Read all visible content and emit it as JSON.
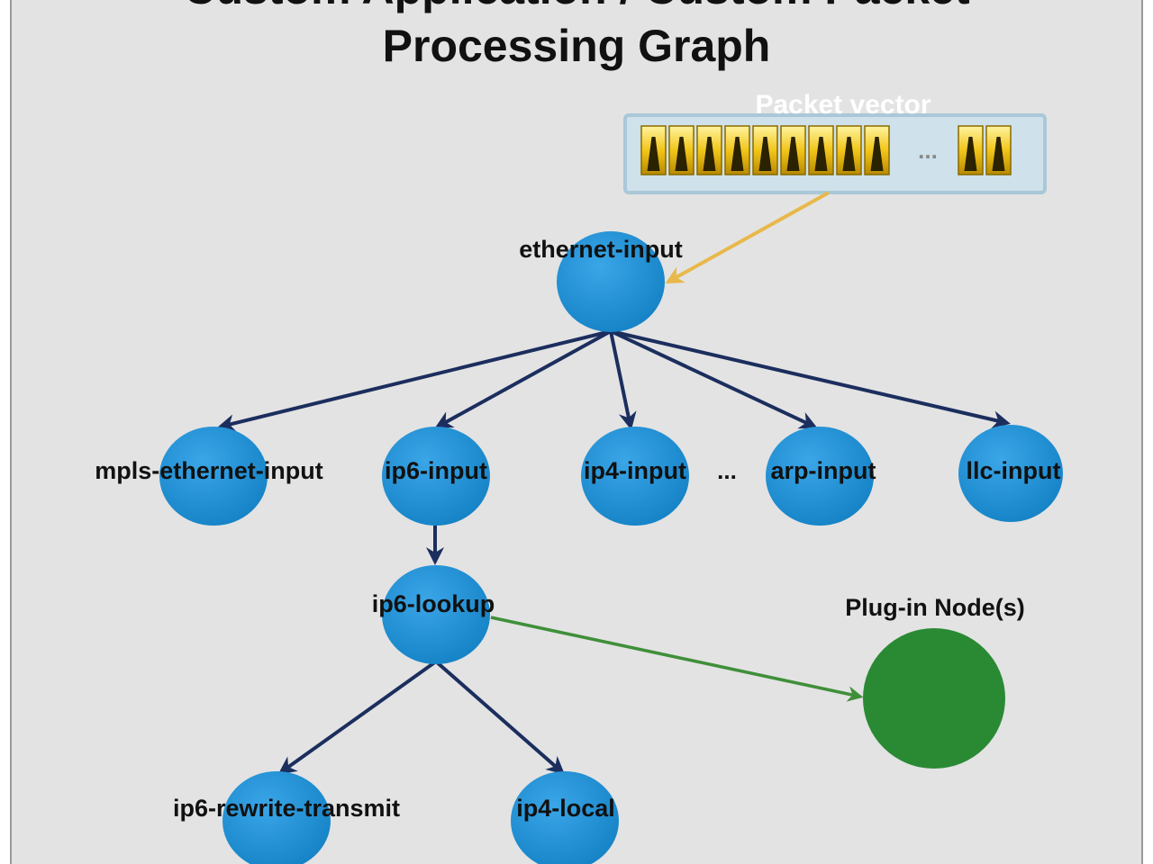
{
  "title": {
    "line1": "Custom Application / Custom Packet",
    "line2": "Processing Graph"
  },
  "packet_vector": {
    "label": "Packet vector",
    "ellipsis": "..."
  },
  "nodes": {
    "ethernet_input": "ethernet-input",
    "mpls_ethernet_input": "mpls-ethernet-input",
    "ip6_input": "ip6-input",
    "ip4_input": "ip4-input",
    "arp_input": "arp-input",
    "llc_input": "llc-input",
    "ip6_lookup": "ip6-lookup",
    "ip6_rewrite_transmit": "ip6-rewrite-transmit",
    "ip4_local": "ip4-local",
    "plugin_nodes": "Plug-in Node(s)"
  },
  "row_ellipsis": "...",
  "colors": {
    "background": "#e3e3e3",
    "frame": "#9a9a9a",
    "node_blue": "#1e8fd6",
    "node_green": "#2a8a34",
    "edge_navy": "#1b2e5e",
    "edge_green": "#3f8f3a",
    "edge_gold": "#e8b84a",
    "packet_gold": "#f2c51a",
    "packet_dark": "#2a2200",
    "vector_box": "#cfe1ea",
    "vector_border": "#a9c8d8"
  }
}
